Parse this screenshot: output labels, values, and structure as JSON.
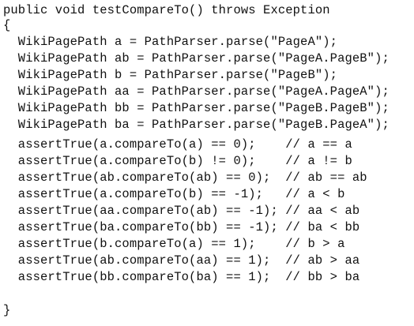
{
  "code": {
    "signature": "public void testCompareTo() throws Exception",
    "open_brace": "{",
    "declarations": [
      "  WikiPagePath a = PathParser.parse(\"PageA\");",
      "  WikiPagePath ab = PathParser.parse(\"PageA.PageB\");",
      "  WikiPagePath b = PathParser.parse(\"PageB\");",
      "  WikiPagePath aa = PathParser.parse(\"PageA.PageA\");",
      "  WikiPagePath bb = PathParser.parse(\"PageB.PageB\");",
      "  WikiPagePath ba = PathParser.parse(\"PageB.PageA\");"
    ],
    "assertions": [
      "  assertTrue(a.compareTo(a) == 0);    // a == a",
      "  assertTrue(a.compareTo(b) != 0);    // a != b",
      "  assertTrue(ab.compareTo(ab) == 0);  // ab == ab",
      "  assertTrue(a.compareTo(b) == -1);   // a < b",
      "  assertTrue(aa.compareTo(ab) == -1); // aa < ab",
      "  assertTrue(ba.compareTo(bb) == -1); // ba < bb",
      "  assertTrue(b.compareTo(a) == 1);    // b > a",
      "  assertTrue(ab.compareTo(aa) == 1);  // ab > aa",
      "  assertTrue(bb.compareTo(ba) == 1);  // bb > ba"
    ],
    "close_brace": "}"
  }
}
